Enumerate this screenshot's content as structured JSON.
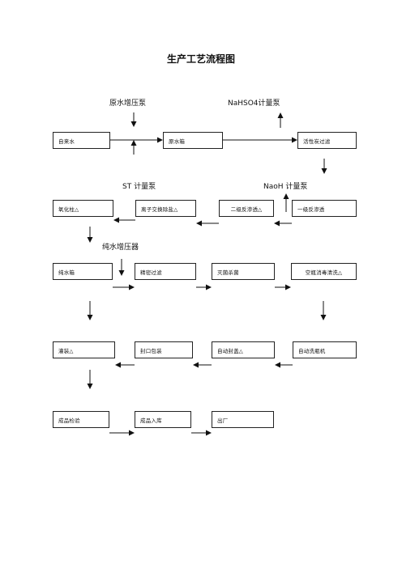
{
  "title": "生产工艺流程图",
  "labels": {
    "raw_pump": "原水增压泵",
    "nahso4_pump": "NaHSO4计量泵",
    "st_pump": "ST 计量泵",
    "naoh_pump": "NaoH 计量泵",
    "pure_booster": "纯水增压器"
  },
  "boxes": {
    "r1_1": "自来水",
    "r1_2": "原水箱",
    "r1_3": "活性炭过滤",
    "r2_1": "氧化柱△",
    "r2_2": "离子交换除盐△",
    "r2_3": "二级反渗透△",
    "r2_4": "一级反渗透",
    "r3_1": "纯水箱",
    "r3_2": "精密过滤",
    "r3_3": "灭菌杀菌",
    "r3_4": "空瓶消毒清洗△",
    "r4_1": "灌装△",
    "r4_2": "封口包装",
    "r4_3": "自动封盖△",
    "r4_4": "自动洗瓶机",
    "r5_1": "成品检验",
    "r5_2": "成品入库",
    "r5_3": "出厂"
  }
}
